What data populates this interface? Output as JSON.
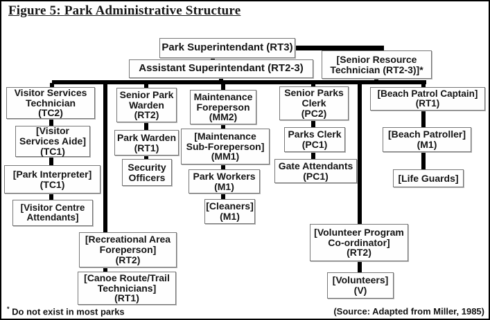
{
  "figure": {
    "title_label": "Figure 5",
    "title_separator": ": ",
    "title_text": "Park Administrative Structure"
  },
  "footnote": {
    "marker": "*",
    "text": " Do not exist in most parks"
  },
  "source": "(Source: Adapted from Miller, 1985)",
  "colors": {
    "connector": "#000000",
    "box_border": "#767676",
    "box_fill": "#fefefe",
    "text": "#141414"
  },
  "diagram_type": "organizational-chart",
  "nodes": {
    "park_superintendant": {
      "label": "Park Superintendant (RT3)",
      "reports_to": null
    },
    "assistant_superintendant": {
      "label": "Assistant Superintendant (RT2-3)",
      "reports_to": "park_superintendant"
    },
    "senior_resource_technician": {
      "label": "[Senior Resource\nTechnician (RT2-3)]*",
      "reports_to": "park_superintendant"
    },
    "visitor_services_technician": {
      "label": "Visitor Services\nTechnician\n(TC2)",
      "reports_to": "assistant_superintendant"
    },
    "visitor_services_aide": {
      "label": "[Visitor\nServices Aide]\n(TC1)",
      "reports_to": "visitor_services_technician"
    },
    "park_interpreter": {
      "label": "[Park Interpreter]\n(TC1)",
      "reports_to": "visitor_services_aide"
    },
    "visitor_centre_attendants": {
      "label": "[Visitor Centre\nAttendants]",
      "reports_to": "park_interpreter"
    },
    "senior_park_warden": {
      "label": "Senior Park\nWarden\n(RT2)",
      "reports_to": "assistant_superintendant"
    },
    "park_warden": {
      "label": "Park Warden\n(RT1)",
      "reports_to": "senior_park_warden"
    },
    "security_officers": {
      "label": "Security\nOfficers",
      "reports_to": "park_warden"
    },
    "maintenance_foreperson": {
      "label": "Maintenance\nForeperson\n(MM2)",
      "reports_to": "assistant_superintendant"
    },
    "maintenance_sub_foreperson": {
      "label": "[Maintenance\nSub-Foreperson]\n(MM1)",
      "reports_to": "maintenance_foreperson"
    },
    "park_workers": {
      "label": "Park Workers\n(M1)",
      "reports_to": "maintenance_sub_foreperson"
    },
    "cleaners": {
      "label": "[Cleaners]\n(M1)",
      "reports_to": "park_workers"
    },
    "senior_parks_clerk": {
      "label": "Senior Parks\nClerk\n(PC2)",
      "reports_to": "assistant_superintendant"
    },
    "parks_clerk": {
      "label": "Parks Clerk\n(PC1)",
      "reports_to": "senior_parks_clerk"
    },
    "gate_attendants": {
      "label": "Gate Attendants\n(PC1)",
      "reports_to": "parks_clerk"
    },
    "beach_patrol_captain": {
      "label": "[Beach Patrol Captain]\n(RT1)",
      "reports_to": "senior_resource_technician"
    },
    "beach_patroller": {
      "label": "[Beach Patroller]\n(M1)",
      "reports_to": "beach_patrol_captain"
    },
    "life_guards": {
      "label": "[Life Guards]",
      "reports_to": "beach_patroller"
    },
    "recreational_area_foreperson": {
      "label": "[Recreational Area\nForeperson]\n(RT2)",
      "reports_to": "assistant_superintendant"
    },
    "canoe_route_trail_technicians": {
      "label": "[Canoe Route/Trail\nTechnicians]\n(RT1)",
      "reports_to": "recreational_area_foreperson"
    },
    "volunteer_program_coordinator": {
      "label": "[Volunteer Program\nCo-ordinator]\n(RT2)",
      "reports_to": "assistant_superintendant"
    },
    "volunteers": {
      "label": "[Volunteers]\n(V)",
      "reports_to": "volunteer_program_coordinator"
    }
  }
}
